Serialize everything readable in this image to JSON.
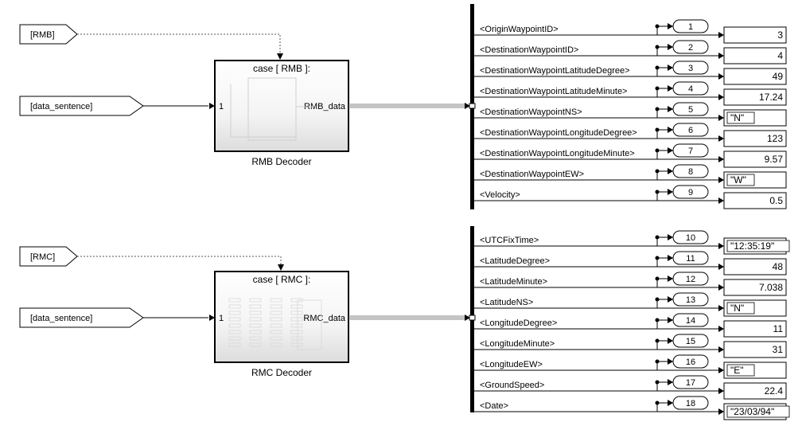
{
  "sections": [
    {
      "id": "rmb",
      "goto_tag": "[RMB]",
      "input_tag": "[data_sentence]",
      "block": {
        "case_label": "case [ RMB ]:",
        "in_port": "1",
        "out_port": "RMB_data",
        "caption": "RMB Decoder"
      },
      "signals": [
        {
          "name": "<OriginWaypointID>",
          "port": "1",
          "value": "3",
          "kind": "num"
        },
        {
          "name": "<DestinationWaypointID>",
          "port": "2",
          "value": "4",
          "kind": "num"
        },
        {
          "name": "<DestinationWaypointLatitudeDegree>",
          "port": "3",
          "value": "49",
          "kind": "num"
        },
        {
          "name": "<DestinationWaypointLatitudeMinute>",
          "port": "4",
          "value": "17.24",
          "kind": "num"
        },
        {
          "name": "<DestinationWaypointNS>",
          "port": "5",
          "value": "\"N\"",
          "kind": "str"
        },
        {
          "name": "<DestinationWaypointLongitudeDegree>",
          "port": "6",
          "value": "123",
          "kind": "num"
        },
        {
          "name": "<DestinationWaypointLongitudeMinute>",
          "port": "7",
          "value": "9.57",
          "kind": "num"
        },
        {
          "name": "<DestinationWaypointEW>",
          "port": "8",
          "value": "\"W\"",
          "kind": "str"
        },
        {
          "name": "<Velocity>",
          "port": "9",
          "value": "0.5",
          "kind": "num"
        }
      ]
    },
    {
      "id": "rmc",
      "goto_tag": "[RMC]",
      "input_tag": "[data_sentence]",
      "block": {
        "case_label": "case [ RMC ]:",
        "in_port": "1",
        "out_port": "RMC_data",
        "caption": "RMC Decoder"
      },
      "signals": [
        {
          "name": "<UTCFixTime>",
          "port": "10",
          "value": "\"12:35:19\"",
          "kind": "str"
        },
        {
          "name": "<LatitudeDegree>",
          "port": "11",
          "value": "48",
          "kind": "num"
        },
        {
          "name": "<LatitudeMinute>",
          "port": "12",
          "value": "7.038",
          "kind": "num"
        },
        {
          "name": "<LatitudeNS>",
          "port": "13",
          "value": "\"N\"",
          "kind": "str"
        },
        {
          "name": "<LongitudeDegree>",
          "port": "14",
          "value": "11",
          "kind": "num"
        },
        {
          "name": "<LongitudeMinute>",
          "port": "15",
          "value": "31",
          "kind": "num"
        },
        {
          "name": "<LongitudeEW>",
          "port": "16",
          "value": "\"E\"",
          "kind": "str"
        },
        {
          "name": "<GroundSpeed>",
          "port": "17",
          "value": "22.4",
          "kind": "num"
        },
        {
          "name": "<Date>",
          "port": "18",
          "value": "\"23/03/94\"",
          "kind": "str"
        }
      ]
    }
  ]
}
